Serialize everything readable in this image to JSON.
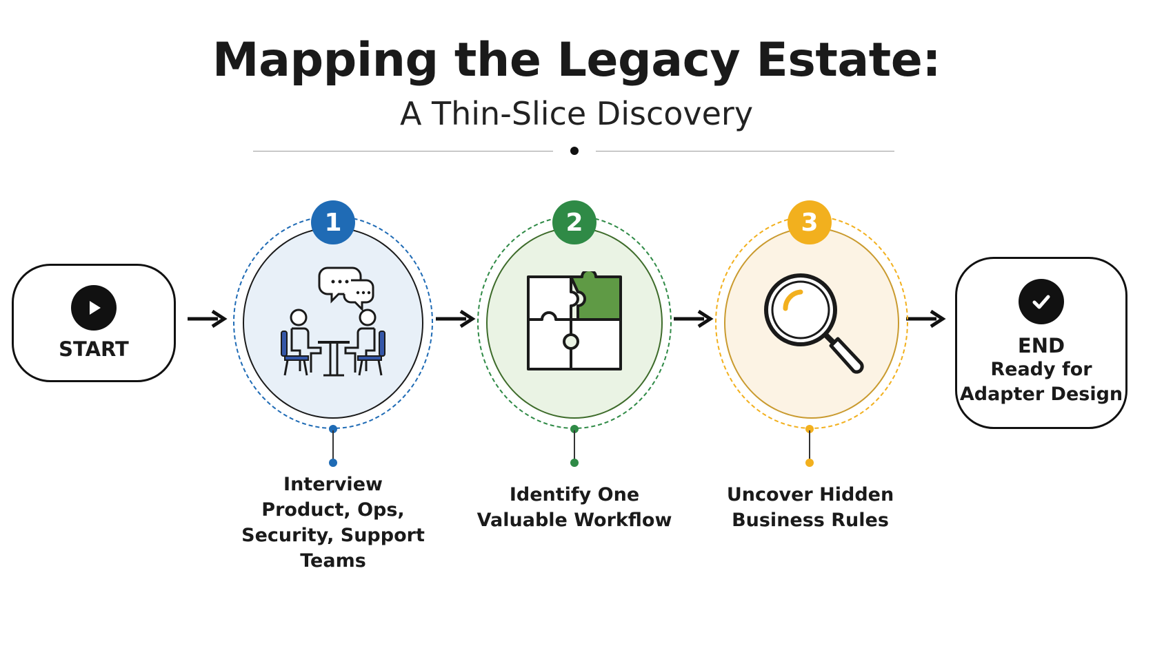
{
  "header": {
    "title": "Mapping the Legacy Estate:",
    "subtitle": "A Thin-Slice Discovery"
  },
  "start": {
    "label": "START",
    "icon": "play-icon"
  },
  "end": {
    "label": "END",
    "sub_line1": "Ready for",
    "sub_line2": "Adapter Design",
    "icon": "check-icon"
  },
  "steps": [
    {
      "number": "1",
      "color": "#1f6bb5",
      "fill": "#e8f0f8",
      "icon": "meeting-icon",
      "label_lines": [
        "Interview",
        "Product, Ops,",
        "Security, Support",
        "Teams"
      ]
    },
    {
      "number": "2",
      "color": "#2f8a46",
      "fill": "#eaf3e4",
      "icon": "puzzle-icon",
      "label_lines": [
        "Identify One",
        "Valuable Workflow"
      ]
    },
    {
      "number": "3",
      "color": "#f2b01e",
      "fill": "#fcf3e4",
      "icon": "magnifier-icon",
      "label_lines": [
        "Uncover Hidden",
        "Business Rules"
      ]
    }
  ]
}
